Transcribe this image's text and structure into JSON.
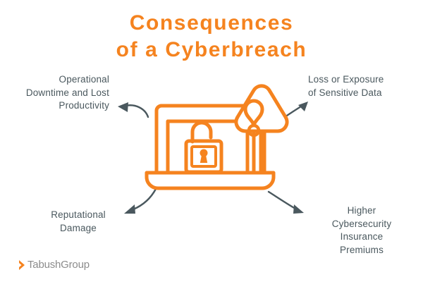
{
  "colors": {
    "background": "#ffffff",
    "accent_orange": "#F5831F",
    "text_slate": "#4A585E",
    "logo_gray": "#8C8C8C"
  },
  "title": {
    "line1": "Consequences",
    "line2": "of a Cyberbreach"
  },
  "callouts": [
    {
      "id": "top-left",
      "lines": [
        "Operational",
        "Downtime and Lost",
        "Productivity"
      ],
      "arrow": "arrow-up-left-icon"
    },
    {
      "id": "top-right",
      "lines": [
        "Loss or Exposure",
        "of Sensitive Data"
      ],
      "arrow": "arrow-up-right-icon"
    },
    {
      "id": "bottom-left",
      "lines": [
        "Reputational",
        "Damage"
      ],
      "arrow": "arrow-down-left-icon"
    },
    {
      "id": "bottom-right",
      "lines": [
        "Higher",
        "Cybersecurity",
        "Insurance",
        "Premiums"
      ],
      "arrow": "arrow-down-right-icon"
    }
  ],
  "center_icon": {
    "name": "laptop-breach-icon",
    "parts": [
      "laptop-icon",
      "open-padlock-icon",
      "warning-triangle-icon"
    ]
  },
  "logo": {
    "mark": "chevron-right-mark",
    "text": "TabushGroup"
  }
}
